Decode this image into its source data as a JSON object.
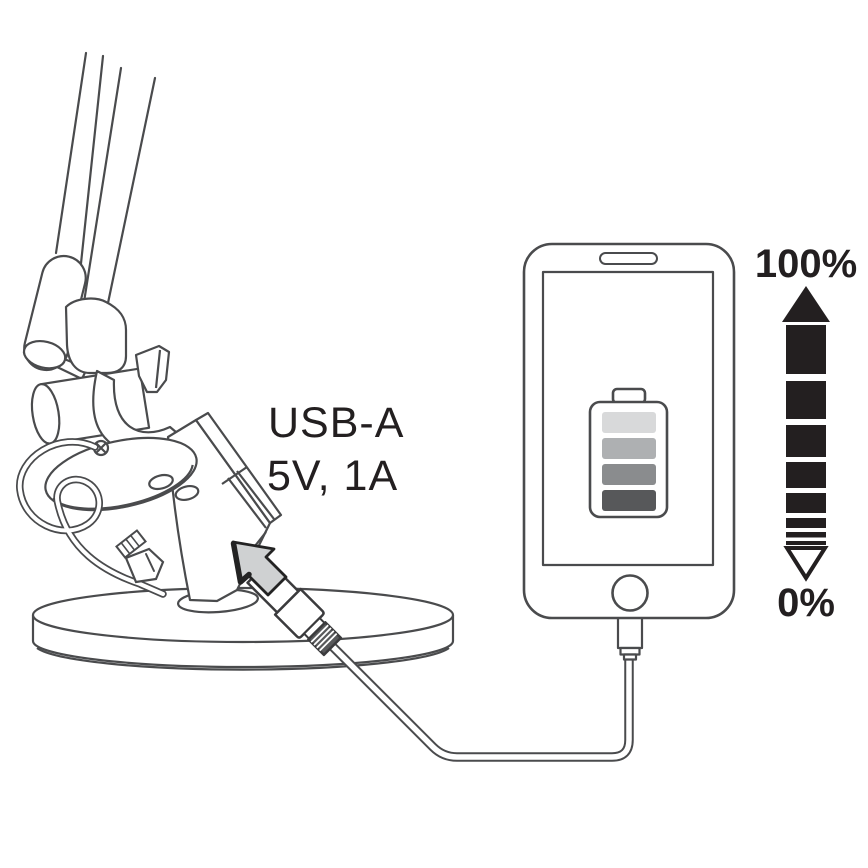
{
  "diagram": {
    "labels": {
      "port_type": "USB-A",
      "power_output": "5V, 1A"
    },
    "gauge": {
      "max_label": "100%",
      "min_label": "0%",
      "ink_color": "#231f20",
      "bar_heights": [
        49,
        38,
        32,
        26,
        20,
        10,
        5.5,
        4
      ]
    },
    "battery": {
      "segments": [
        {
          "name": "battery-segment-top",
          "color": "#d8d9da"
        },
        {
          "name": "battery-segment-2",
          "color": "#aeb0b2"
        },
        {
          "name": "battery-segment-3",
          "color": "#8a8c8e"
        },
        {
          "name": "battery-segment-bottom",
          "color": "#57585a"
        }
      ]
    },
    "arrow": {
      "name": "insert-direction-arrow",
      "fill": "#cfd1d2"
    },
    "line_color": "#4a4b4d"
  }
}
